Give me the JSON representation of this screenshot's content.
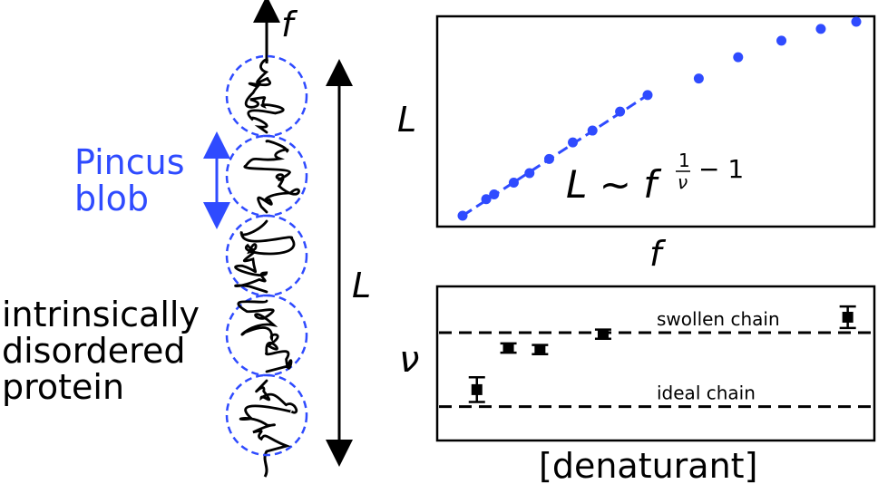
{
  "colors": {
    "accent": "#2f4bff",
    "ink": "#000000"
  },
  "left_panel": {
    "force_label": "f",
    "length_label": "L",
    "blob_label_line1": "Pincus",
    "blob_label_line2": "blob",
    "protein_line1": "intrinsically",
    "protein_line2": "disordered",
    "protein_line3": "protein",
    "blob_count": 5
  },
  "chart_data": [
    {
      "type": "scatter",
      "xlabel": "f",
      "ylabel": "L",
      "annotation_main": "L ~ f",
      "annotation_exp_num": "1",
      "annotation_exp_den": "ν",
      "annotation_exp_tail": "− 1",
      "points": [
        [
          0.0,
          0.0
        ],
        [
          0.06,
          0.07
        ],
        [
          0.08,
          0.09
        ],
        [
          0.13,
          0.14
        ],
        [
          0.17,
          0.18
        ],
        [
          0.22,
          0.24
        ],
        [
          0.28,
          0.31
        ],
        [
          0.33,
          0.36
        ],
        [
          0.4,
          0.44
        ],
        [
          0.47,
          0.51
        ],
        [
          0.6,
          0.58
        ],
        [
          0.7,
          0.67
        ],
        [
          0.81,
          0.74
        ],
        [
          0.91,
          0.79
        ],
        [
          1.0,
          0.82
        ]
      ],
      "fit_line": [
        [
          0.0,
          0.0
        ],
        [
          0.47,
          0.51
        ]
      ]
    },
    {
      "type": "scatter",
      "xlabel": "[denaturant]",
      "ylabel": "ν",
      "ylim": [
        0,
        1
      ],
      "ref_lines": [
        {
          "label": "swollen chain",
          "y": 0.7
        },
        {
          "label": "ideal chain",
          "y": 0.22
        }
      ],
      "points": [
        {
          "x": 0.05,
          "y": 0.33,
          "err": 0.16
        },
        {
          "x": 0.13,
          "y": 0.6,
          "err": 0.06
        },
        {
          "x": 0.21,
          "y": 0.59,
          "err": 0.06
        },
        {
          "x": 0.37,
          "y": 0.69,
          "err": 0.06
        },
        {
          "x": 0.99,
          "y": 0.8,
          "err": 0.14
        }
      ]
    }
  ]
}
